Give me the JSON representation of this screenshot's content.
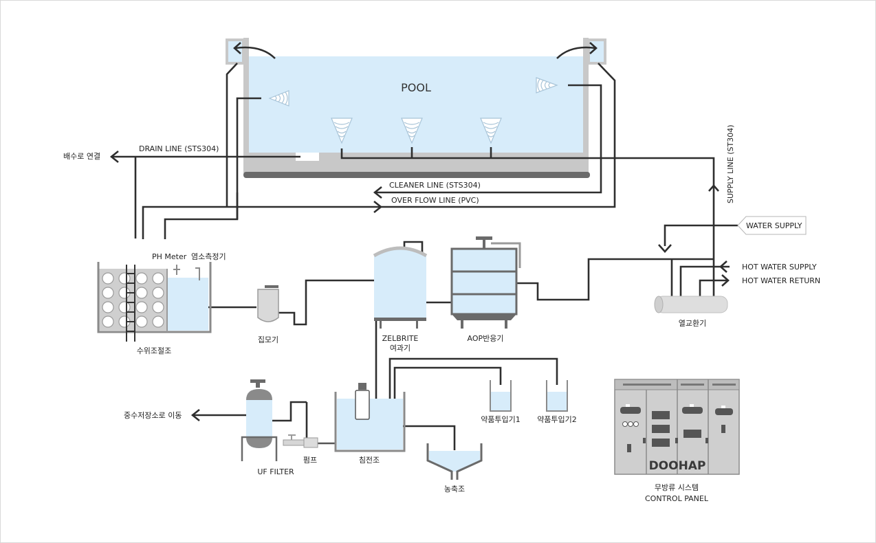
{
  "labels": {
    "pool": "POOL",
    "drain_line": "DRAIN LINE (STS304)",
    "drain_connect": "배수로 연결",
    "cleaner_line": "CLEANER LINE (STS304)",
    "overflow_line": "OVER FLOW LINE (PVC)",
    "supply_line": "SUPPLY LINE (ST304)",
    "water_supply": "WATER SUPPLY",
    "hot_water_supply": "HOT WATER SUPPLY",
    "hot_water_return": "HOT WATER RETURN",
    "heat_exchanger": "열교환기",
    "ph_meter": "PH Meter",
    "salinity_meter": "염소측정기",
    "level_tank": "수위조절조",
    "collector": "집모기",
    "zelbrite_1": "ZELBRITE",
    "zelbrite_2": "여과기",
    "aop_reactor": "AOP반응기",
    "to_gray_water": "중수저장소로 이동",
    "uf_filter": "UF FILTER",
    "pump": "펌프",
    "settling_tank": "침전조",
    "chem_dosing_1": "약품투입기1",
    "chem_dosing_2": "약품투입기2",
    "concentrator": "농축조",
    "panel_brand": "DOOHAP",
    "panel_label_1": "무방류 시스템",
    "panel_label_2": "CONTROL PANEL"
  },
  "colors": {
    "water": "#d7ecfa",
    "pipe": "#2e2e2e",
    "wall": "#c8c8c8",
    "dark": "#6a6a6a"
  }
}
